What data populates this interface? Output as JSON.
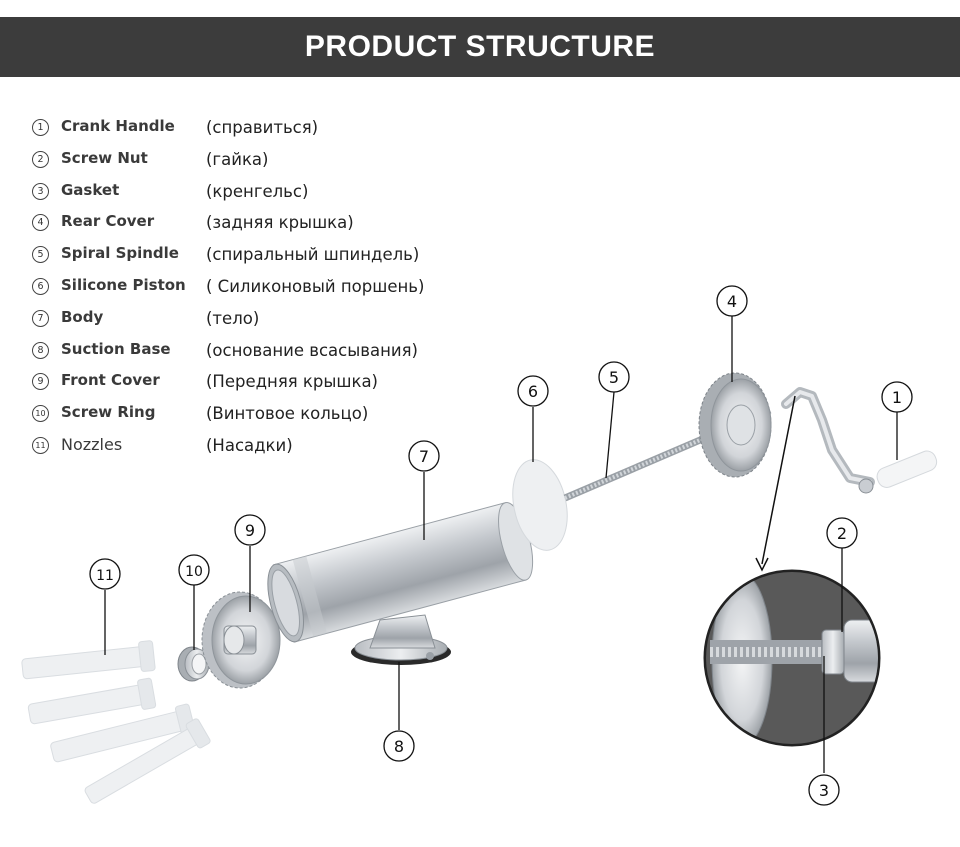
{
  "banner": {
    "title": "PRODUCT STRUCTURE"
  },
  "legend": [
    {
      "num": "①",
      "en": "Crank Handle",
      "ru": "(справиться)"
    },
    {
      "num": "②",
      "en": "Screw Nut",
      "ru": "(гайка)"
    },
    {
      "num": "③",
      "en": "Gasket",
      "ru": "(кренгельс)"
    },
    {
      "num": "④",
      "en": "Rear Cover",
      "ru": "(задняя крышка)"
    },
    {
      "num": "⑤",
      "en": "Spiral Spindle",
      "ru": "(спиральный шпиндель)"
    },
    {
      "num": "⑥",
      "en": "Silicone Piston",
      "ru": "( Силиконовый поршень)"
    },
    {
      "num": "⑦",
      "en": "Body",
      "ru": "(тело)"
    },
    {
      "num": "⑧",
      "en": "Suction Base",
      "ru": "(основание всасывания)"
    },
    {
      "num": "⑨",
      "en": "Front Cover",
      "ru": "(Передняя крышка)"
    },
    {
      "num": "⑩",
      "en": "Screw Ring",
      "ru": "(Винтовое кольцо)"
    },
    {
      "num": "⑪",
      "en": "Nozzles",
      "ru": "(Насадки)"
    }
  ],
  "callouts": [
    "1",
    "2",
    "3",
    "4",
    "5",
    "6",
    "7",
    "8",
    "9",
    "10",
    "11"
  ],
  "colors": {
    "banner": "#3c3c3c",
    "metal": "#c9cdd2",
    "nozzle": "#eef0f2",
    "inset_bg": "#4a4a4a"
  }
}
